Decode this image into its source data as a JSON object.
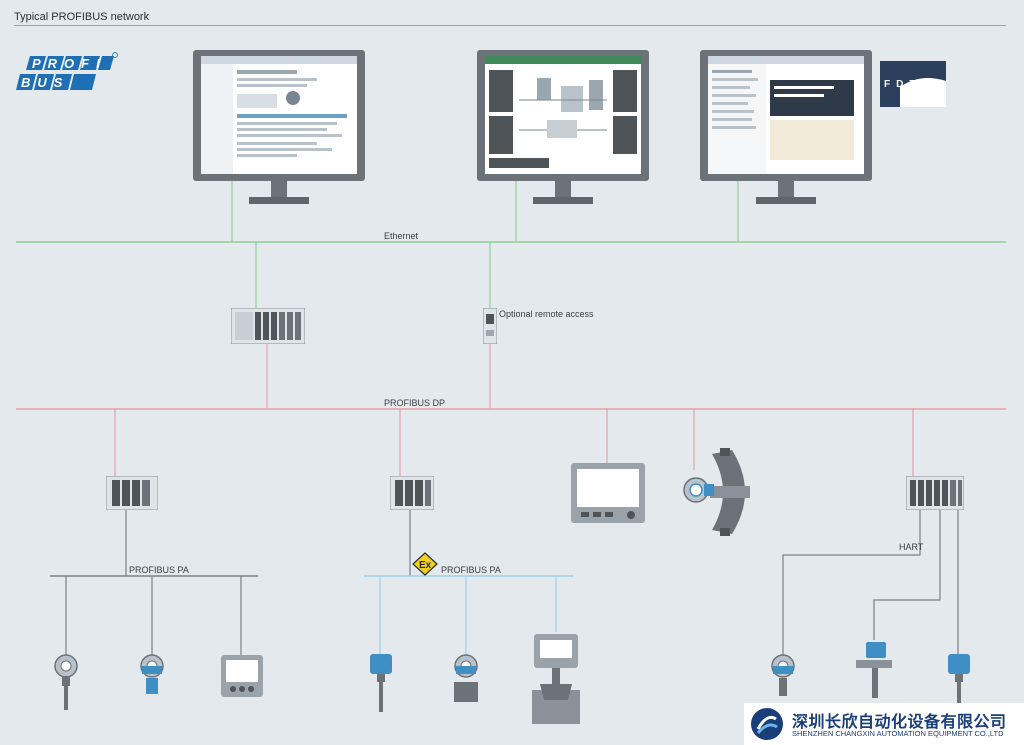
{
  "title": "Typical PROFIBUS network",
  "labels": {
    "ethernet": "Ethernet",
    "optional_remote_access": "Optional remote access",
    "profibus_dp": "PROFIBUS DP",
    "profibus_pa_left": "PROFIBUS PA",
    "profibus_pa_ex": "PROFIBUS PA",
    "hart": "HART"
  },
  "logos": {
    "profibus_top": "PROFI",
    "profibus_bottom": "BUS",
    "fdt": "FDT",
    "ex_symbol": "Ex"
  },
  "watermark": {
    "company_cn": "深圳长欣自动化设备有限公司",
    "company_en": "SHENZHEN CHANGXIN AUTOMATION EQUIPMENT CO.,LTD"
  },
  "colors": {
    "ethernet": "#8fcf98",
    "profibus_dp": "#e8a0aa",
    "profibus_pa": "#7a8288",
    "profibus_pa_ex": "#9fd0e8",
    "hart": "#7a8288",
    "device_blue": "#3f8fc4",
    "profibus_logo": "#1f6fb5"
  }
}
